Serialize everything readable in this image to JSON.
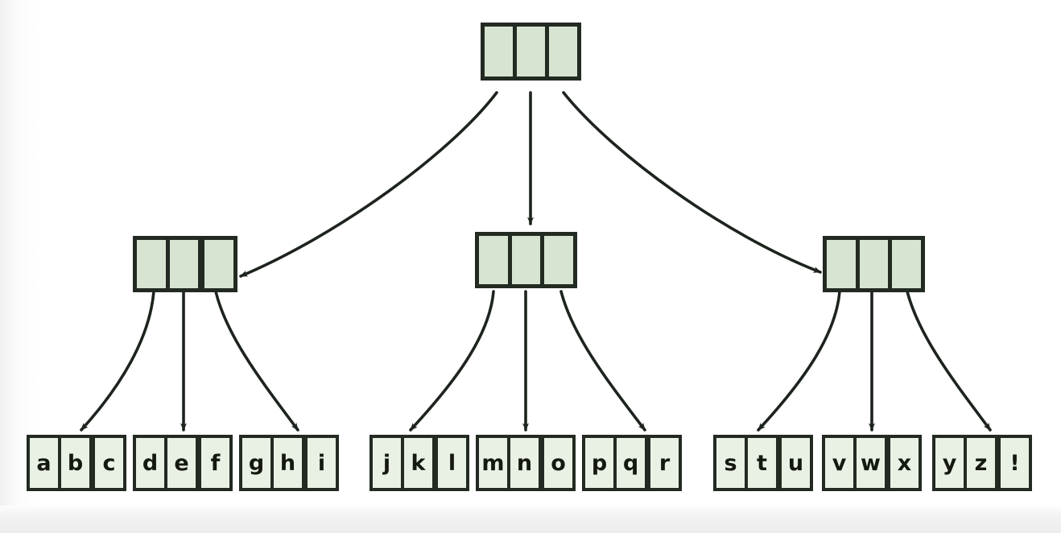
{
  "diagram": {
    "title": "B-tree / trie structure diagram",
    "type": "tree",
    "levels": 3,
    "colors": {
      "internal_cell_fill": "#d8e4d2",
      "leaf_cell_fill": "#e9f1e4",
      "stroke": "#222a22",
      "background": "#ffffff",
      "bottom_band": "#ededed"
    },
    "root": {
      "name": "root-node",
      "cells": [
        "",
        "",
        ""
      ]
    },
    "internal_nodes": [
      {
        "name": "internal-node-left",
        "cells": [
          "",
          "",
          ""
        ]
      },
      {
        "name": "internal-node-center",
        "cells": [
          "",
          "",
          ""
        ]
      },
      {
        "name": "internal-node-right",
        "cells": [
          "",
          "",
          ""
        ]
      }
    ],
    "leaf_nodes": [
      {
        "name": "leaf-node-1",
        "cells": [
          "a",
          "b",
          "c"
        ]
      },
      {
        "name": "leaf-node-2",
        "cells": [
          "d",
          "e",
          "f"
        ]
      },
      {
        "name": "leaf-node-3",
        "cells": [
          "g",
          "h",
          "i"
        ]
      },
      {
        "name": "leaf-node-4",
        "cells": [
          "j",
          "k",
          "l"
        ]
      },
      {
        "name": "leaf-node-5",
        "cells": [
          "m",
          "n",
          "o"
        ]
      },
      {
        "name": "leaf-node-6",
        "cells": [
          "p",
          "q",
          "r"
        ]
      },
      {
        "name": "leaf-node-7",
        "cells": [
          "s",
          "t",
          "u"
        ]
      },
      {
        "name": "leaf-node-8",
        "cells": [
          "v",
          "w",
          "x"
        ]
      },
      {
        "name": "leaf-node-9",
        "cells": [
          "y",
          "z",
          "!"
        ]
      }
    ],
    "edges": [
      {
        "name": "edge-root-to-left",
        "from": "root-node",
        "to": "internal-node-left",
        "style": "curved"
      },
      {
        "name": "edge-root-to-center",
        "from": "root-node",
        "to": "internal-node-center",
        "style": "straight"
      },
      {
        "name": "edge-root-to-right",
        "from": "root-node",
        "to": "internal-node-right",
        "style": "curved"
      },
      {
        "name": "edge-left-to-leaf-1",
        "from": "internal-node-left",
        "to": "leaf-node-1",
        "style": "curved"
      },
      {
        "name": "edge-left-to-leaf-2",
        "from": "internal-node-left",
        "to": "leaf-node-2",
        "style": "straight"
      },
      {
        "name": "edge-left-to-leaf-3",
        "from": "internal-node-left",
        "to": "leaf-node-3",
        "style": "curved"
      },
      {
        "name": "edge-center-to-leaf-4",
        "from": "internal-node-center",
        "to": "leaf-node-4",
        "style": "curved"
      },
      {
        "name": "edge-center-to-leaf-5",
        "from": "internal-node-center",
        "to": "leaf-node-5",
        "style": "straight"
      },
      {
        "name": "edge-center-to-leaf-6",
        "from": "internal-node-center",
        "to": "leaf-node-6",
        "style": "curved"
      },
      {
        "name": "edge-right-to-leaf-7",
        "from": "internal-node-right",
        "to": "leaf-node-7",
        "style": "curved"
      },
      {
        "name": "edge-right-to-leaf-8",
        "from": "internal-node-right",
        "to": "leaf-node-8",
        "style": "straight"
      },
      {
        "name": "edge-right-to-leaf-9",
        "from": "internal-node-right",
        "to": "leaf-node-9",
        "style": "curved"
      }
    ]
  }
}
